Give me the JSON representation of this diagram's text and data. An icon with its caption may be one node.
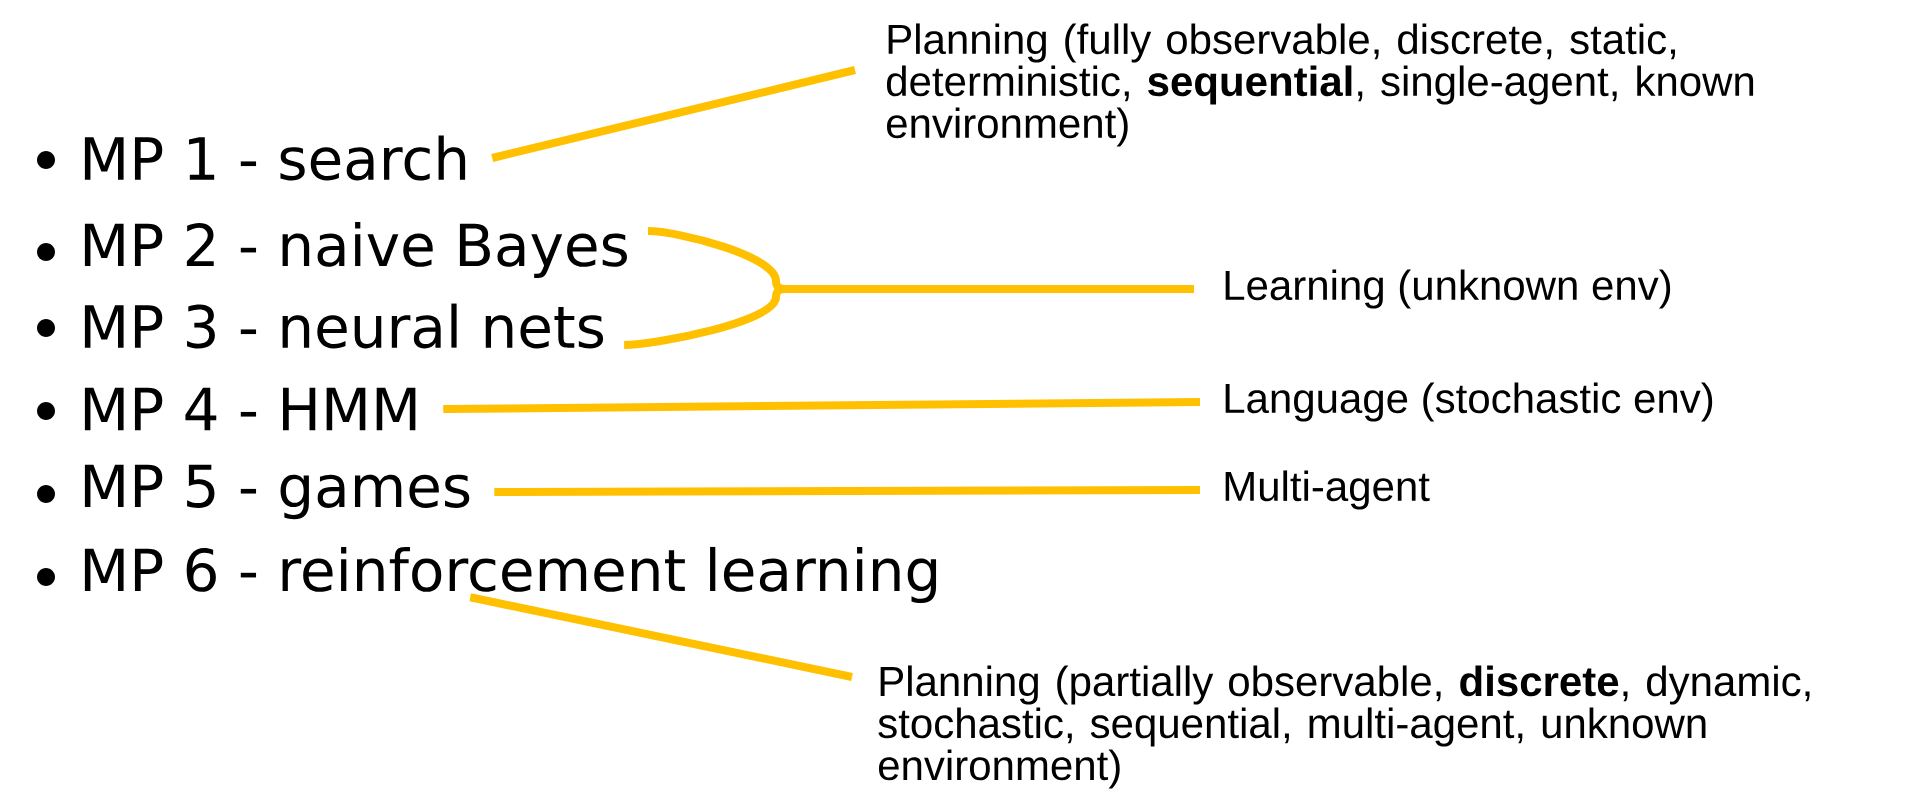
{
  "diagram": {
    "nodes": [
      {
        "text": [
          "MP 1 - search"
        ]
      },
      {
        "text": [
          "MP 2 - naive Bayes"
        ]
      },
      {
        "text": [
          "MP 3 - neural nets"
        ]
      },
      {
        "text": [
          "MP 4 - HMM"
        ]
      },
      {
        "text": [
          "MP 5 - games"
        ]
      },
      {
        "text": [
          "MP 6 - reinforcement learning"
        ]
      },
      {
        "text": [
          "Planning (fully observable, discrete, static, deterministic, **sequential**, single-agent, known environment)"
        ]
      },
      {
        "text": [
          "Learning (unknown env)"
        ]
      },
      {
        "text": [
          "Language (stochastic env)"
        ]
      },
      {
        "text": [
          "Multi-agent"
        ]
      },
      {
        "text": [
          "Planning (partially observable, **discrete**, dynamic, stochastic, sequential, multi-agent, unknown environment)"
        ]
      }
    ],
    "edges": [
      {
        "from": 0,
        "to": 6,
        "arrow": "none"
      },
      {
        "from": 1,
        "to": 7,
        "arrow": "none"
      },
      {
        "from": 2,
        "to": 7,
        "arrow": "none"
      },
      {
        "from": 3,
        "to": 8,
        "arrow": "none"
      },
      {
        "from": 4,
        "to": 9,
        "arrow": "none"
      },
      {
        "from": 5,
        "to": 10,
        "arrow": "none"
      }
    ]
  }
}
